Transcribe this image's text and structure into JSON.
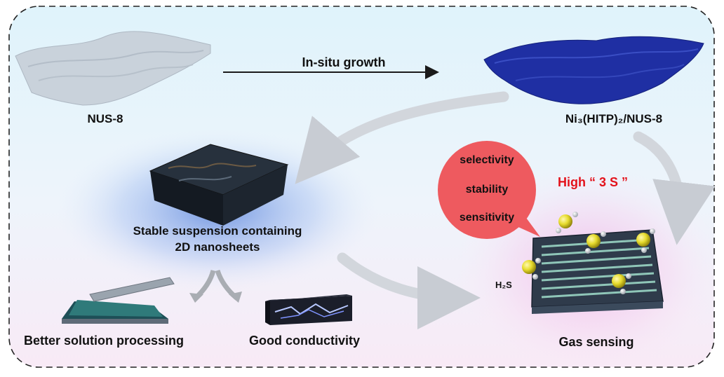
{
  "process": {
    "arrow_label": "In-situ growth",
    "start_material": "NUS-8",
    "product_formula": "Ni₃(HITP)₂/NUS-8"
  },
  "suspension": {
    "caption_line1": "Stable suspension containing",
    "caption_line2": "2D nanosheets"
  },
  "benefits": {
    "processing": "Better solution processing",
    "conductivity": "Good conductivity"
  },
  "sensing": {
    "badge_items": [
      "selectivity",
      "stability",
      "sensitivity"
    ],
    "headline": "High “ 3 S ”",
    "analyte": "H₂S",
    "caption": "Gas sensing"
  },
  "colors": {
    "headline_red": "#e3121b",
    "badge_red": "#ee5a5f",
    "nus8_gray": "#c9d2db",
    "product_blue": "#1f2fa3",
    "molecule_yellow": "#e7dc2e"
  }
}
